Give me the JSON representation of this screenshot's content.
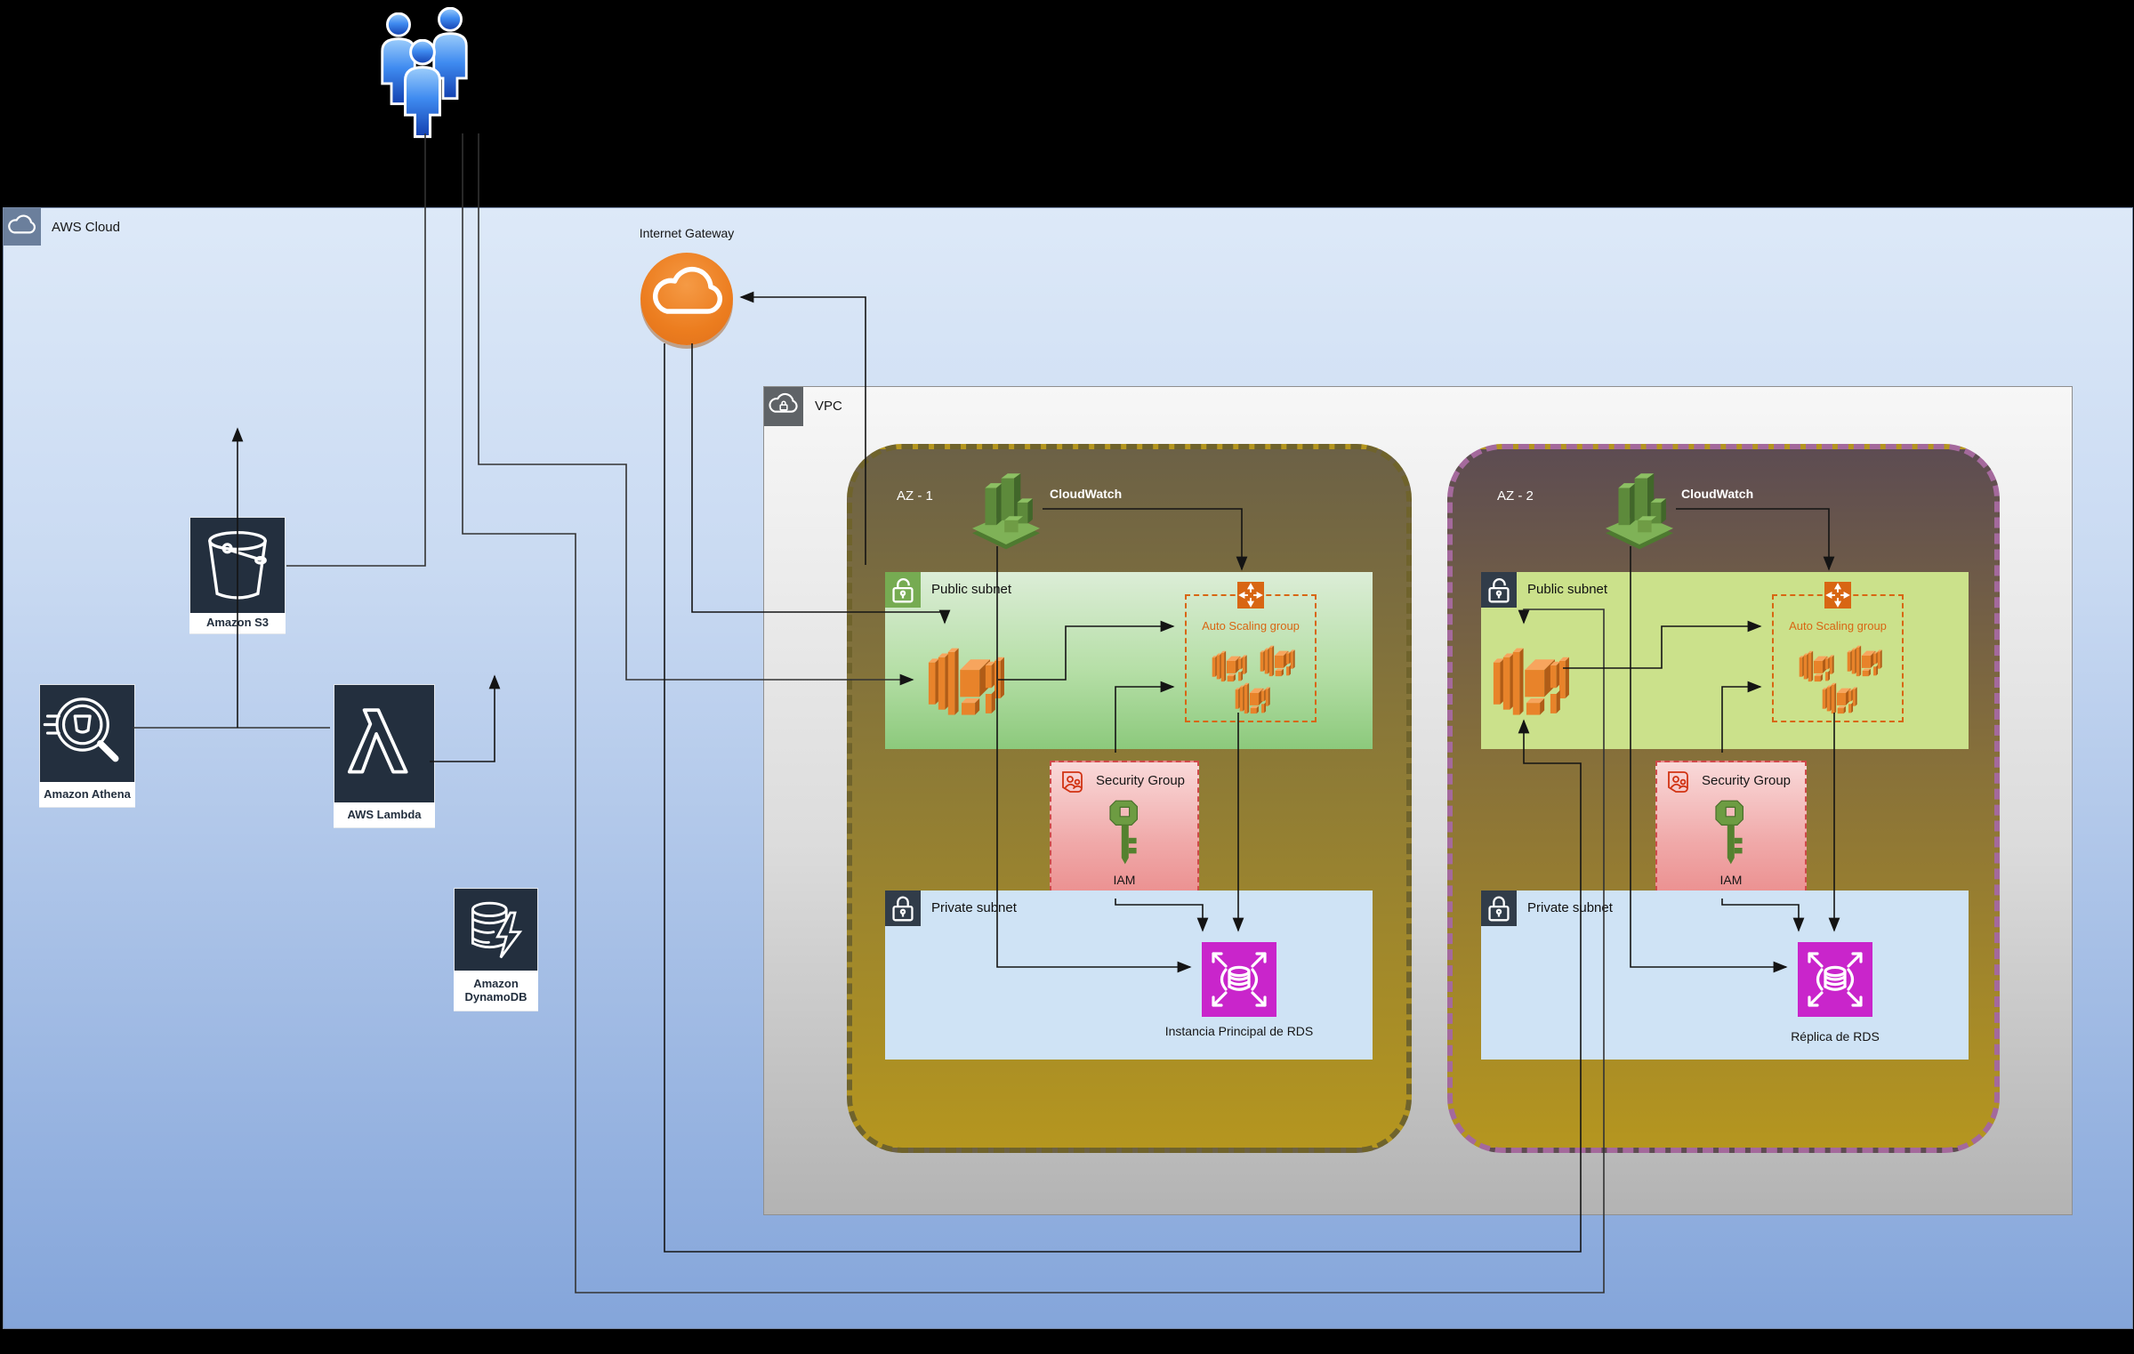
{
  "aws_cloud": {
    "label": "AWS Cloud"
  },
  "internet_gateway": {
    "label": "Internet Gateway"
  },
  "vpc": {
    "label": "VPC"
  },
  "services": {
    "s3": {
      "label": "Amazon S3"
    },
    "athena": {
      "label": "Amazon Athena"
    },
    "lambda": {
      "label": "AWS Lambda"
    },
    "dynamodb": {
      "label": "Amazon DynamoDB"
    }
  },
  "az1": {
    "label": "AZ - 1",
    "cloudwatch_label": "CloudWatch",
    "public_subnet_label": "Public subnet",
    "private_subnet_label": "Private subnet",
    "autoscaling_label": "Auto Scaling group",
    "security_group_title": "Security Group",
    "iam_label": "IAM",
    "rds_label": "Instancia Principal de RDS"
  },
  "az2": {
    "label": "AZ - 2",
    "cloudwatch_label": "CloudWatch",
    "public_subnet_label": "Public subnet",
    "private_subnet_label": "Private subnet",
    "autoscaling_label": "Auto Scaling group",
    "security_group_title": "Security Group",
    "iam_label": "IAM",
    "rds_label": "Réplica de RDS"
  },
  "icons": {
    "users": "users-icon",
    "cloud_tag": "cloud-icon",
    "vpc_tag": "cloud-lock-icon",
    "internet_gateway": "cloud-icon",
    "public_subnet": "open-padlock-icon",
    "private_subnet": "closed-padlock-icon",
    "cloudwatch": "cloudwatch-building-icon",
    "ec2": "ec2-instances-icon",
    "autoscaling": "autoscaling-arrows-icon",
    "security_group": "iam-users-icon",
    "iam": "key-icon",
    "rds": "database-scale-icon",
    "s3": "bucket-icon",
    "athena": "magnifier-icon",
    "lambda": "lambda-icon",
    "dynamodb": "database-bolt-icon"
  },
  "colors": {
    "cloud_fill_top": "#dde9f8",
    "cloud_fill_bottom": "#84a5da",
    "cloud_tag": "#6b7f9c",
    "vpc_tag": "#5f6367",
    "vpc_fill_top": "#f7f7f7",
    "vpc_fill_bottom": "#b3b3b3",
    "az1_border": "#6f632c",
    "az2_border": "#a4699c",
    "az_fill_top1": "#6c6146",
    "az_fill_top2": "#5d4c52",
    "az_fill_bottom": "#b5961f",
    "public_subnet1_fill": "#8cc97c",
    "public_subnet2_fill": "#cbe18b",
    "private_subnet_fill": "#cfe3f5",
    "public_tag_green": "#76ab52",
    "dark_tag": "#313c49",
    "orange_accent": "#D86613",
    "ec2_orange": "#e8832a",
    "sg_border": "#cf4a4a",
    "sg_fill": "#ea8a8a",
    "rds_magenta": "#C925CB",
    "cloudwatch_green": "#5d8a3b",
    "igw_orange": "#ec7d1f",
    "card_navy": "#232f3e",
    "users_blue": "#3f8bf0"
  }
}
